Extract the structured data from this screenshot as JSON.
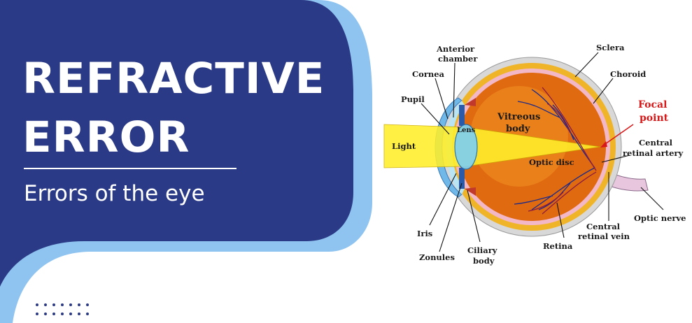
{
  "banner": {
    "title_line1": "REFRACTIVE",
    "title_line2": "ERROR",
    "subtitle": "Errors of the eye"
  },
  "colors": {
    "navy": "#2b3a86",
    "light_blue": "#8fc4f0",
    "dots": "#2b3a86",
    "focal_red": "#d81818"
  },
  "diagram": {
    "labels": {
      "anterior_chamber_1": "Anterior",
      "anterior_chamber_2": "chamber",
      "cornea": "Cornea",
      "pupil": "Pupil",
      "light": "Light",
      "lens": "Lens",
      "vitreous_1": "Vitreous",
      "vitreous_2": "body",
      "sclera": "Sclera",
      "choroid": "Choroid",
      "focal_1": "Focal",
      "focal_2": "point",
      "central_artery_1": "Central",
      "central_artery_2": "retinal artery",
      "optic_disc": "Optic disc",
      "optic_nerve": "Optic nerve",
      "central_vein_1": "Central",
      "central_vein_2": "retinal vein",
      "retina": "Retina",
      "iris": "Iris",
      "zonules": "Zonules",
      "ciliary_1": "Ciliary",
      "ciliary_2": "body"
    }
  }
}
